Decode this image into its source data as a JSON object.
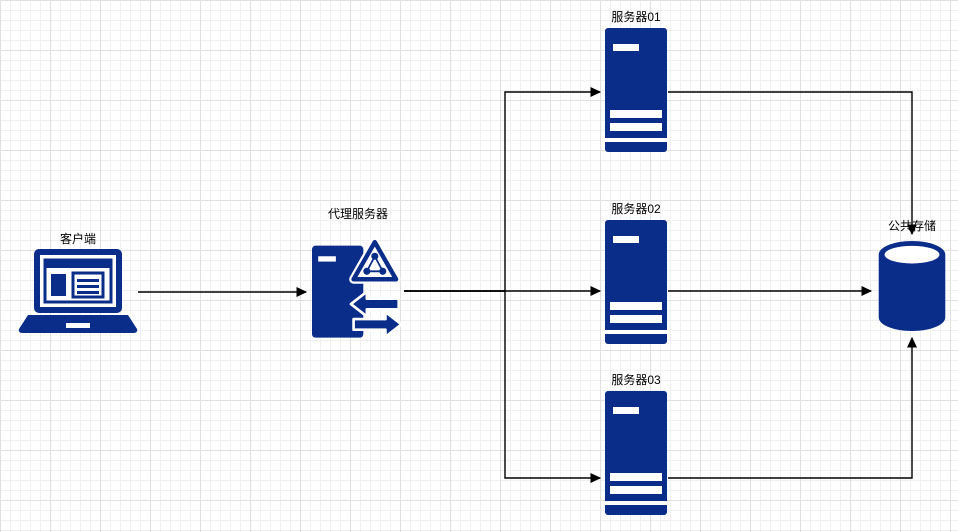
{
  "colors": {
    "accent": "#0b2d8a",
    "edge": "#000000",
    "label": "#000000",
    "grid_minor": "#f0f0f0",
    "grid_major": "#e0e0e0",
    "canvas_bg": "#ffffff"
  },
  "nodes": {
    "client": {
      "label": "客户端",
      "icon": "laptop-icon"
    },
    "proxy": {
      "label": "代理服务器",
      "icon": "proxy-server-icon"
    },
    "server01": {
      "label": "服务器01",
      "icon": "server-icon"
    },
    "server02": {
      "label": "服务器02",
      "icon": "server-icon"
    },
    "server03": {
      "label": "服务器03",
      "icon": "server-icon"
    },
    "storage": {
      "label": "公共存储",
      "icon": "database-cylinder-icon"
    }
  },
  "edges": [
    {
      "from": "client",
      "to": "proxy"
    },
    {
      "from": "proxy",
      "to": "server01"
    },
    {
      "from": "proxy",
      "to": "server02"
    },
    {
      "from": "proxy",
      "to": "server03"
    },
    {
      "from": "server01",
      "to": "storage"
    },
    {
      "from": "server02",
      "to": "storage"
    },
    {
      "from": "server03",
      "to": "storage"
    }
  ]
}
